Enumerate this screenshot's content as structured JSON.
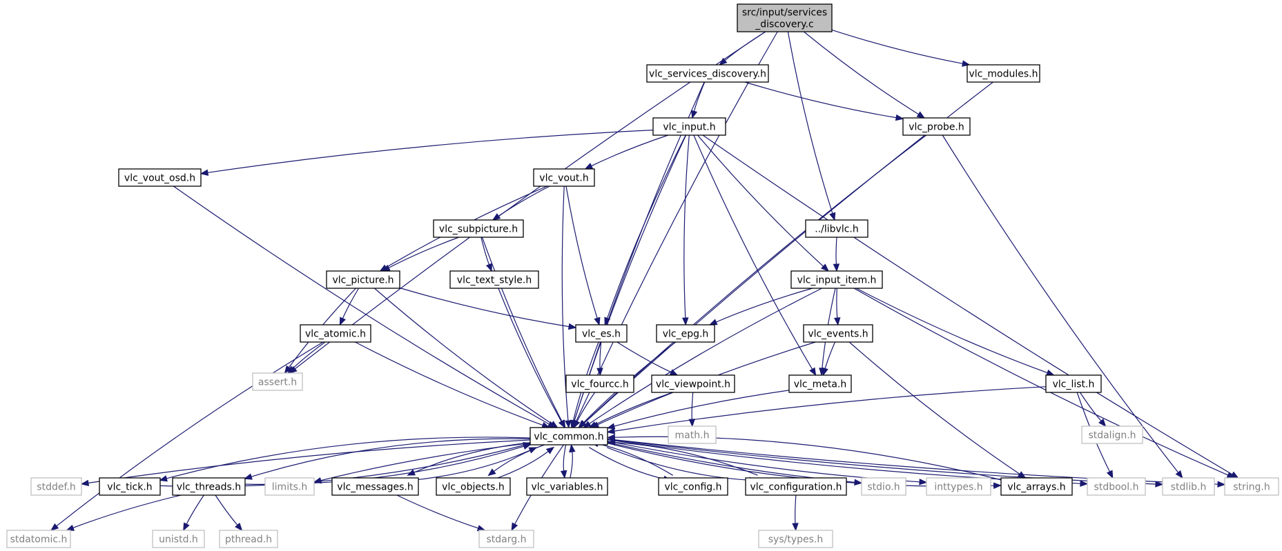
{
  "colors": {
    "edge": "#191970",
    "root_fill": "#bfbfbf",
    "node_border": "#000000",
    "system_border": "#bfbfbf",
    "system_text": "#808080",
    "text": "#000000"
  },
  "graph": {
    "root": "n_root",
    "nodes": [
      {
        "id": "n_root",
        "kind": "root",
        "lines": [
          "src/input/services",
          "_discovery.c"
        ]
      },
      {
        "id": "n_vlc_services_discovery_h",
        "kind": "local",
        "lines": [
          "vlc_services_discovery.h"
        ]
      },
      {
        "id": "n_vlc_modules_h",
        "kind": "local",
        "lines": [
          "vlc_modules.h"
        ]
      },
      {
        "id": "n_vlc_input_h",
        "kind": "local",
        "lines": [
          "vlc_input.h"
        ]
      },
      {
        "id": "n_vlc_probe_h",
        "kind": "local",
        "lines": [
          "vlc_probe.h"
        ]
      },
      {
        "id": "n_vlc_vout_osd_h",
        "kind": "local",
        "lines": [
          "vlc_vout_osd.h"
        ]
      },
      {
        "id": "n_vlc_vout_h",
        "kind": "local",
        "lines": [
          "vlc_vout.h"
        ]
      },
      {
        "id": "n_libvlc_h",
        "kind": "local",
        "lines": [
          "../libvlc.h"
        ]
      },
      {
        "id": "n_vlc_subpicture_h",
        "kind": "local",
        "lines": [
          "vlc_subpicture.h"
        ]
      },
      {
        "id": "n_vlc_picture_h",
        "kind": "local",
        "lines": [
          "vlc_picture.h"
        ]
      },
      {
        "id": "n_vlc_text_style_h",
        "kind": "local",
        "lines": [
          "vlc_text_style.h"
        ]
      },
      {
        "id": "n_vlc_input_item_h",
        "kind": "local",
        "lines": [
          "vlc_input_item.h"
        ]
      },
      {
        "id": "n_vlc_atomic_h",
        "kind": "local",
        "lines": [
          "vlc_atomic.h"
        ]
      },
      {
        "id": "n_vlc_es_h",
        "kind": "local",
        "lines": [
          "vlc_es.h"
        ]
      },
      {
        "id": "n_vlc_epg_h",
        "kind": "local",
        "lines": [
          "vlc_epg.h"
        ]
      },
      {
        "id": "n_vlc_events_h",
        "kind": "local",
        "lines": [
          "vlc_events.h"
        ]
      },
      {
        "id": "n_assert_h",
        "kind": "system",
        "lines": [
          "assert.h"
        ]
      },
      {
        "id": "n_vlc_fourcc_h",
        "kind": "local",
        "lines": [
          "vlc_fourcc.h"
        ]
      },
      {
        "id": "n_vlc_viewpoint_h",
        "kind": "local",
        "lines": [
          "vlc_viewpoint.h"
        ]
      },
      {
        "id": "n_vlc_meta_h",
        "kind": "local",
        "lines": [
          "vlc_meta.h"
        ]
      },
      {
        "id": "n_vlc_list_h",
        "kind": "local",
        "lines": [
          "vlc_list.h"
        ]
      },
      {
        "id": "n_vlc_common_h",
        "kind": "local",
        "lines": [
          "vlc_common.h"
        ]
      },
      {
        "id": "n_math_h",
        "kind": "system",
        "lines": [
          "math.h"
        ]
      },
      {
        "id": "n_stdalign_h",
        "kind": "system",
        "lines": [
          "stdalign.h"
        ]
      },
      {
        "id": "n_stddef_h",
        "kind": "system",
        "lines": [
          "stddef.h"
        ]
      },
      {
        "id": "n_vlc_tick_h",
        "kind": "local",
        "lines": [
          "vlc_tick.h"
        ]
      },
      {
        "id": "n_vlc_threads_h",
        "kind": "local",
        "lines": [
          "vlc_threads.h"
        ]
      },
      {
        "id": "n_limits_h",
        "kind": "system",
        "lines": [
          "limits.h"
        ]
      },
      {
        "id": "n_vlc_messages_h",
        "kind": "local",
        "lines": [
          "vlc_messages.h"
        ]
      },
      {
        "id": "n_vlc_objects_h",
        "kind": "local",
        "lines": [
          "vlc_objects.h"
        ]
      },
      {
        "id": "n_vlc_variables_h",
        "kind": "local",
        "lines": [
          "vlc_variables.h"
        ]
      },
      {
        "id": "n_vlc_config_h",
        "kind": "local",
        "lines": [
          "vlc_config.h"
        ]
      },
      {
        "id": "n_vlc_configuration_h",
        "kind": "local",
        "lines": [
          "vlc_configuration.h"
        ]
      },
      {
        "id": "n_stdio_h",
        "kind": "system",
        "lines": [
          "stdio.h"
        ]
      },
      {
        "id": "n_inttypes_h",
        "kind": "system",
        "lines": [
          "inttypes.h"
        ]
      },
      {
        "id": "n_vlc_arrays_h",
        "kind": "local",
        "lines": [
          "vlc_arrays.h"
        ]
      },
      {
        "id": "n_stdbool_h",
        "kind": "system",
        "lines": [
          "stdbool.h"
        ]
      },
      {
        "id": "n_stdlib_h",
        "kind": "system",
        "lines": [
          "stdlib.h"
        ]
      },
      {
        "id": "n_string_h",
        "kind": "system",
        "lines": [
          "string.h"
        ]
      },
      {
        "id": "n_stdatomic_h",
        "kind": "system",
        "lines": [
          "stdatomic.h"
        ]
      },
      {
        "id": "n_unistd_h",
        "kind": "system",
        "lines": [
          "unistd.h"
        ]
      },
      {
        "id": "n_pthread_h",
        "kind": "system",
        "lines": [
          "pthread.h"
        ]
      },
      {
        "id": "n_stdarg_h",
        "kind": "system",
        "lines": [
          "stdarg.h"
        ]
      },
      {
        "id": "n_sys_types_h",
        "kind": "system",
        "lines": [
          "sys/types.h"
        ]
      }
    ],
    "edges": [
      [
        "n_root",
        "n_vlc_services_discovery_h"
      ],
      [
        "n_root",
        "n_vlc_modules_h"
      ],
      [
        "n_root",
        "n_vlc_probe_h"
      ],
      [
        "n_root",
        "n_libvlc_h"
      ],
      [
        "n_root",
        "n_assert_h"
      ],
      [
        "n_root",
        "n_vlc_common_h"
      ],
      [
        "n_vlc_services_discovery_h",
        "n_vlc_input_h"
      ],
      [
        "n_vlc_services_discovery_h",
        "n_vlc_probe_h"
      ],
      [
        "n_vlc_services_discovery_h",
        "n_vlc_common_h"
      ],
      [
        "n_vlc_modules_h",
        "n_vlc_common_h"
      ],
      [
        "n_vlc_probe_h",
        "n_vlc_common_h"
      ],
      [
        "n_vlc_probe_h",
        "n_stdlib_h"
      ],
      [
        "n_vlc_input_h",
        "n_vlc_vout_osd_h"
      ],
      [
        "n_vlc_input_h",
        "n_vlc_vout_h"
      ],
      [
        "n_vlc_input_h",
        "n_vlc_es_h"
      ],
      [
        "n_vlc_input_h",
        "n_vlc_epg_h"
      ],
      [
        "n_vlc_input_h",
        "n_vlc_meta_h"
      ],
      [
        "n_vlc_input_h",
        "n_vlc_input_item_h"
      ],
      [
        "n_vlc_input_h",
        "n_vlc_common_h"
      ],
      [
        "n_vlc_input_h",
        "n_string_h"
      ],
      [
        "n_vlc_vout_osd_h",
        "n_vlc_common_h"
      ],
      [
        "n_vlc_vout_h",
        "n_vlc_subpicture_h"
      ],
      [
        "n_vlc_vout_h",
        "n_vlc_picture_h"
      ],
      [
        "n_vlc_vout_h",
        "n_vlc_es_h"
      ],
      [
        "n_vlc_vout_h",
        "n_vlc_common_h"
      ],
      [
        "n_libvlc_h",
        "n_vlc_input_item_h"
      ],
      [
        "n_vlc_subpicture_h",
        "n_vlc_picture_h"
      ],
      [
        "n_vlc_subpicture_h",
        "n_vlc_text_style_h"
      ],
      [
        "n_vlc_subpicture_h",
        "n_vlc_common_h"
      ],
      [
        "n_vlc_text_style_h",
        "n_vlc_common_h"
      ],
      [
        "n_vlc_picture_h",
        "n_vlc_atomic_h"
      ],
      [
        "n_vlc_picture_h",
        "n_assert_h"
      ],
      [
        "n_vlc_picture_h",
        "n_vlc_es_h"
      ],
      [
        "n_vlc_picture_h",
        "n_vlc_common_h"
      ],
      [
        "n_vlc_atomic_h",
        "n_assert_h"
      ],
      [
        "n_vlc_atomic_h",
        "n_vlc_common_h"
      ],
      [
        "n_vlc_atomic_h",
        "n_stdatomic_h"
      ],
      [
        "n_vlc_es_h",
        "n_vlc_fourcc_h"
      ],
      [
        "n_vlc_es_h",
        "n_vlc_viewpoint_h"
      ],
      [
        "n_vlc_es_h",
        "n_vlc_common_h"
      ],
      [
        "n_vlc_fourcc_h",
        "n_vlc_common_h"
      ],
      [
        "n_vlc_viewpoint_h",
        "n_vlc_common_h"
      ],
      [
        "n_vlc_viewpoint_h",
        "n_math_h"
      ],
      [
        "n_vlc_epg_h",
        "n_vlc_common_h"
      ],
      [
        "n_vlc_input_item_h",
        "n_vlc_epg_h"
      ],
      [
        "n_vlc_input_item_h",
        "n_vlc_events_h"
      ],
      [
        "n_vlc_input_item_h",
        "n_vlc_meta_h"
      ],
      [
        "n_vlc_input_item_h",
        "n_vlc_list_h"
      ],
      [
        "n_vlc_input_item_h",
        "n_vlc_common_h"
      ],
      [
        "n_vlc_input_item_h",
        "n_string_h"
      ],
      [
        "n_vlc_events_h",
        "n_vlc_meta_h"
      ],
      [
        "n_vlc_events_h",
        "n_vlc_common_h"
      ],
      [
        "n_vlc_events_h",
        "n_vlc_arrays_h"
      ],
      [
        "n_vlc_meta_h",
        "n_vlc_common_h"
      ],
      [
        "n_vlc_list_h",
        "n_vlc_common_h"
      ],
      [
        "n_vlc_list_h",
        "n_stdalign_h"
      ],
      [
        "n_vlc_list_h",
        "n_stdbool_h"
      ],
      [
        "n_vlc_common_h",
        "n_stddef_h"
      ],
      [
        "n_vlc_common_h",
        "n_vlc_tick_h"
      ],
      [
        "n_vlc_common_h",
        "n_vlc_threads_h"
      ],
      [
        "n_vlc_common_h",
        "n_limits_h"
      ],
      [
        "n_vlc_common_h",
        "n_vlc_messages_h"
      ],
      [
        "n_vlc_common_h",
        "n_vlc_objects_h"
      ],
      [
        "n_vlc_common_h",
        "n_vlc_variables_h"
      ],
      [
        "n_vlc_common_h",
        "n_vlc_config_h"
      ],
      [
        "n_vlc_common_h",
        "n_vlc_configuration_h"
      ],
      [
        "n_vlc_common_h",
        "n_stdio_h"
      ],
      [
        "n_vlc_common_h",
        "n_inttypes_h"
      ],
      [
        "n_vlc_common_h",
        "n_vlc_arrays_h"
      ],
      [
        "n_vlc_common_h",
        "n_stdbool_h"
      ],
      [
        "n_vlc_common_h",
        "n_stdlib_h"
      ],
      [
        "n_vlc_common_h",
        "n_string_h"
      ],
      [
        "n_vlc_common_h",
        "n_stdarg_h"
      ],
      [
        "n_vlc_tick_h",
        "n_vlc_common_h"
      ],
      [
        "n_vlc_threads_h",
        "n_vlc_common_h"
      ],
      [
        "n_vlc_threads_h",
        "n_stdatomic_h"
      ],
      [
        "n_vlc_threads_h",
        "n_unistd_h"
      ],
      [
        "n_vlc_threads_h",
        "n_pthread_h"
      ],
      [
        "n_vlc_messages_h",
        "n_vlc_common_h"
      ],
      [
        "n_vlc_messages_h",
        "n_stdarg_h"
      ],
      [
        "n_vlc_objects_h",
        "n_vlc_common_h"
      ],
      [
        "n_vlc_variables_h",
        "n_vlc_common_h"
      ],
      [
        "n_vlc_config_h",
        "n_vlc_common_h"
      ],
      [
        "n_vlc_configuration_h",
        "n_vlc_common_h"
      ],
      [
        "n_vlc_configuration_h",
        "n_sys_types_h"
      ],
      [
        "n_vlc_arrays_h",
        "n_vlc_common_h"
      ]
    ]
  }
}
